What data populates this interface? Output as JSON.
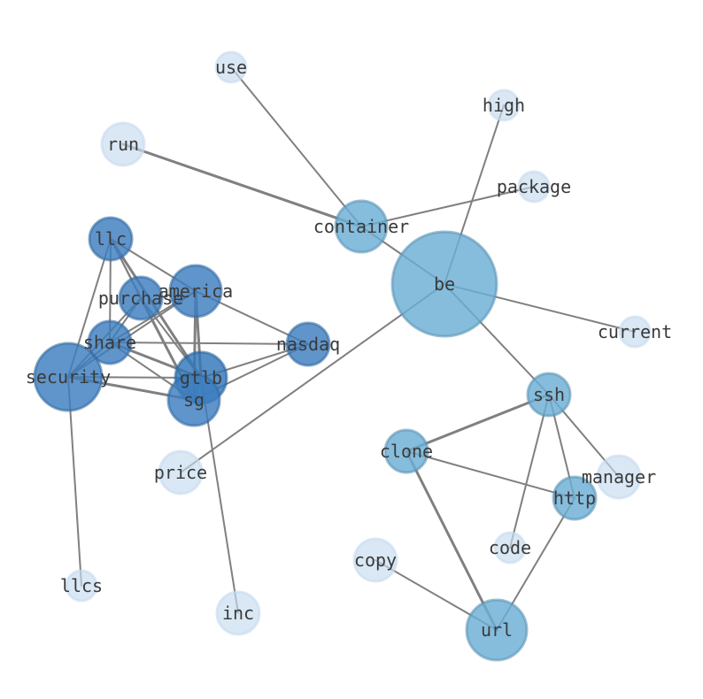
{
  "nodes": [
    {
      "id": "be",
      "label": "be",
      "tier": "mid"
    },
    {
      "id": "container",
      "label": "container",
      "tier": "mid"
    },
    {
      "id": "use",
      "label": "use",
      "tier": "light"
    },
    {
      "id": "high",
      "label": "high",
      "tier": "light"
    },
    {
      "id": "run",
      "label": "run",
      "tier": "light"
    },
    {
      "id": "package",
      "label": "package",
      "tier": "light"
    },
    {
      "id": "current",
      "label": "current",
      "tier": "light"
    },
    {
      "id": "ssh",
      "label": "ssh",
      "tier": "mid"
    },
    {
      "id": "clone",
      "label": "clone",
      "tier": "mid"
    },
    {
      "id": "manager",
      "label": "manager",
      "tier": "light"
    },
    {
      "id": "http",
      "label": "http",
      "tier": "mid"
    },
    {
      "id": "code",
      "label": "code",
      "tier": "light"
    },
    {
      "id": "copy",
      "label": "copy",
      "tier": "light"
    },
    {
      "id": "url",
      "label": "url",
      "tier": "mid"
    },
    {
      "id": "price",
      "label": "price",
      "tier": "light"
    },
    {
      "id": "inc",
      "label": "inc",
      "tier": "light"
    },
    {
      "id": "llcs",
      "label": "llcs",
      "tier": "light"
    },
    {
      "id": "llc",
      "label": "llc",
      "tier": "dark"
    },
    {
      "id": "purchase",
      "label": "purchase",
      "tier": "dark"
    },
    {
      "id": "america",
      "label": "america",
      "tier": "dark"
    },
    {
      "id": "share",
      "label": "share",
      "tier": "dark"
    },
    {
      "id": "nasdaq",
      "label": "nasdaq",
      "tier": "dark"
    },
    {
      "id": "security",
      "label": "security",
      "tier": "dark"
    },
    {
      "id": "gtlb",
      "label": "gtlb",
      "tier": "darkest"
    },
    {
      "id": "sg",
      "label": "sg",
      "tier": "dark"
    }
  ],
  "edges": [
    [
      "use",
      "container"
    ],
    [
      "run",
      "container"
    ],
    [
      "container",
      "package"
    ],
    [
      "container",
      "be"
    ],
    [
      "high",
      "be"
    ],
    [
      "be",
      "current"
    ],
    [
      "be",
      "price"
    ],
    [
      "be",
      "ssh"
    ],
    [
      "ssh",
      "clone"
    ],
    [
      "ssh",
      "manager"
    ],
    [
      "ssh",
      "http"
    ],
    [
      "ssh",
      "code"
    ],
    [
      "clone",
      "http"
    ],
    [
      "clone",
      "url"
    ],
    [
      "http",
      "url"
    ],
    [
      "copy",
      "url"
    ],
    [
      "llc",
      "purchase"
    ],
    [
      "llc",
      "america"
    ],
    [
      "llc",
      "share"
    ],
    [
      "llc",
      "security"
    ],
    [
      "llc",
      "gtlb"
    ],
    [
      "llc",
      "sg"
    ],
    [
      "purchase",
      "share"
    ],
    [
      "purchase",
      "security"
    ],
    [
      "purchase",
      "gtlb"
    ],
    [
      "purchase",
      "sg"
    ],
    [
      "america",
      "share"
    ],
    [
      "america",
      "security"
    ],
    [
      "america",
      "nasdaq"
    ],
    [
      "america",
      "gtlb"
    ],
    [
      "america",
      "sg"
    ],
    [
      "share",
      "nasdaq"
    ],
    [
      "share",
      "security"
    ],
    [
      "share",
      "gtlb"
    ],
    [
      "share",
      "sg"
    ],
    [
      "security",
      "gtlb"
    ],
    [
      "security",
      "sg"
    ],
    [
      "security",
      "llcs"
    ],
    [
      "nasdaq",
      "gtlb"
    ],
    [
      "nasdaq",
      "sg"
    ],
    [
      "gtlb",
      "sg"
    ],
    [
      "gtlb",
      "inc"
    ]
  ],
  "colors": {
    "light": "#c6dbef",
    "mid": "#6baed6",
    "dark": "#3d7ebf",
    "darkest": "#2f76b8",
    "edge": "#808080",
    "label": "#3a3a3a"
  }
}
